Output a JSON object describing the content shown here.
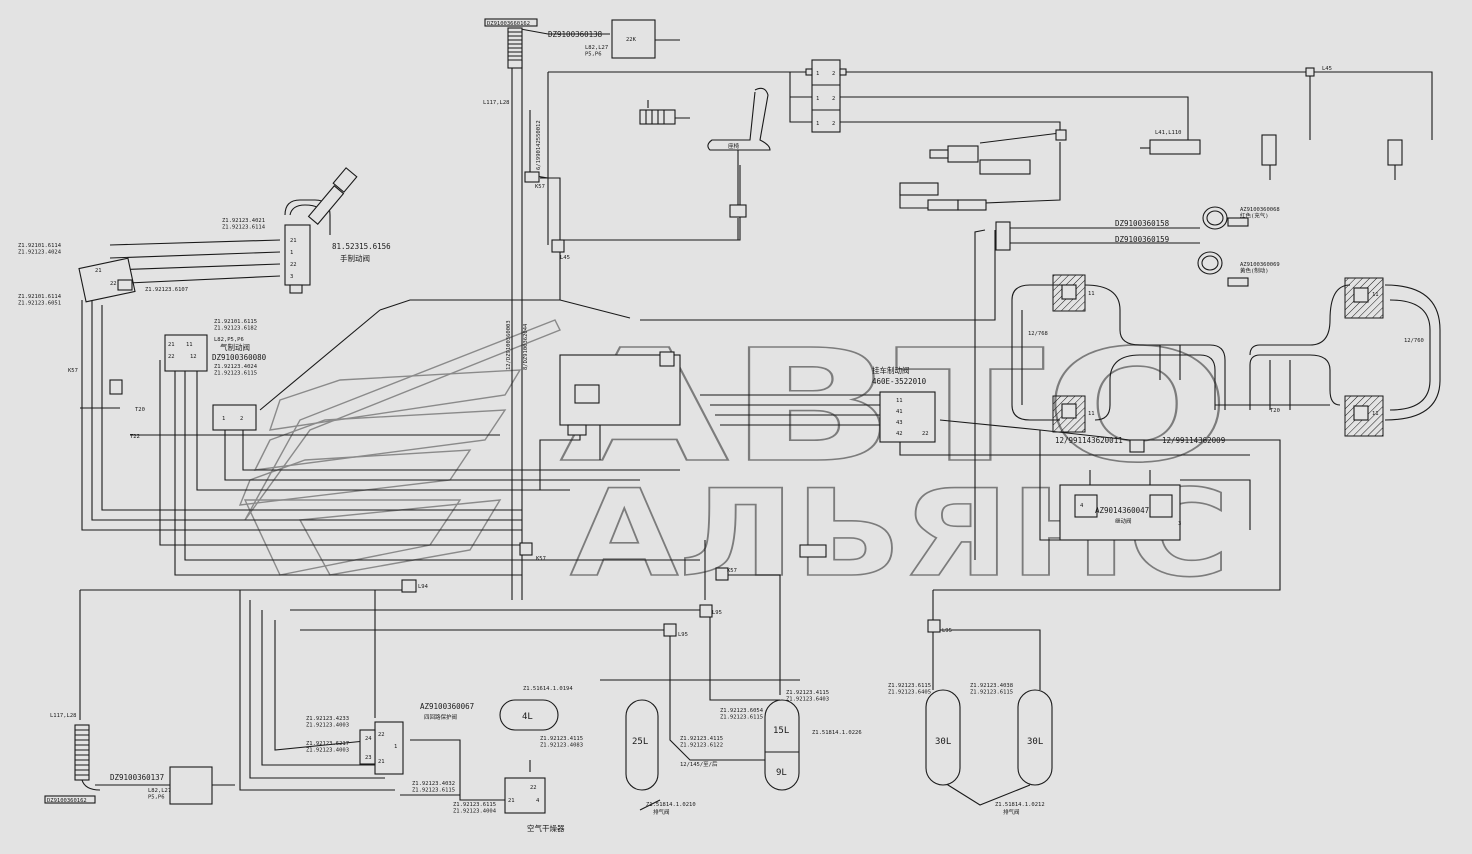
{
  "watermark": {
    "line1": "АВТО",
    "line2": "АЛЬЯНС"
  },
  "parts": {
    "hose_top": "DZ9100360138",
    "hose_top_spec": "L82,L27\nP5,P6",
    "tube_top_tag": "DZ91003660162",
    "vertical_label_1": "6/1990142550012",
    "vertical_label_2": "12/DZ9100360003",
    "vertical_label_3": "8/DZ9100362044",
    "hand_valve_code": "81.52315.6156",
    "hand_valve_name": "手制动阀",
    "foot_valve_name": "气制动阀",
    "foot_valve_code": "DZ9100360080",
    "foot_valve_spec": "L82,P5,P6",
    "relay_valve_name": "挂车制动阀",
    "relay_valve_code": "460E-3522010",
    "four_circuit_code": "AZ9100360067",
    "four_circuit_name": "四回路保护阀",
    "dryer_name": "空气干燥器",
    "brake_valve_code": "AZ9014360047",
    "brake_valve_name": "继动阀",
    "hose_bottom": "DZ9100360137",
    "hose_bottom_tag": "DZ9100360162",
    "hose_bottom_spec": "L82,L27\nP5,P6",
    "coil_1_code": "DZ9100360158",
    "coil_2_code": "DZ9100360159",
    "coil_1_tag": "AZ9100360068\n红色(充气)",
    "coil_2_tag": "AZ9100360069\n黄色(制动)",
    "chamber_left_code_1": "12/991143620011",
    "chamber_left_code_2": "12/99114362009",
    "tank_4l": "4L",
    "tank_25l": "25L",
    "tank_15l": "15L",
    "tank_9l": "9L",
    "tank_30l_1": "30L",
    "tank_30l_2": "30L",
    "drain_valve": "排气阀",
    "seat_label": "座椅",
    "box_22k": "22K",
    "port_1": "1",
    "port_2": "2",
    "port_11": "11",
    "port_12": "12",
    "port_21": "21",
    "port_22": "22",
    "port_23": "23",
    "port_24": "24",
    "port_3": "3",
    "port_4": "4",
    "port_41": "41",
    "port_42": "42",
    "port_43": "43",
    "label_L45": "L45",
    "label_L95": "L95",
    "label_L94": "L94",
    "label_K57": "K57",
    "label_L117": "L117,L28",
    "label_T20": "T20",
    "label_T22": "T22",
    "label_12_768": "12/768",
    "label_12_760": "12/760",
    "label_12_145": "12/145/至/后",
    "spec_1": "Z1.92123.4021\nZ1.92123.6114",
    "spec_2": "Z1.92101.6114\nZ1.92123.4024",
    "spec_3": "Z1.92101.6114\nZ1.92123.6051",
    "spec_4": "Z1.92123.6107",
    "spec_5": "Z1.92101.6115\nZ1.92123.6182",
    "spec_6": "Z1.92123.4024\nZ1.92123.6115",
    "spec_7": "Z1.92123.4115\nZ1.92123.4083",
    "spec_8": "Z1.92123.4115\nZ1.92123.6122",
    "spec_9": "Z1.92123.6054\nZ1.92123.6115",
    "spec_10": "Z1.92123.4115\nZ1.92123.6403",
    "spec_11": "Z1.92123.6115\nZ1.92123.6405",
    "spec_12": "Z1.92123.4038\nZ1.92123.6115",
    "spec_13": "Z1.51814.1.0226",
    "spec_14": "Z1.51814.1.0210",
    "spec_15": "Z1.51814.1.0212",
    "spec_16": "Z1.51614.1.0194",
    "spec_17": "Z1.92123.6115\nZ1.92123.4004",
    "spec_18": "Z1.92123.4233\nZ1.92123.4003",
    "spec_19": "Z1.92123.6217\nZ1.92123.4003",
    "spec_20": "Z1.92123.4032\nZ1.92123.6115"
  }
}
